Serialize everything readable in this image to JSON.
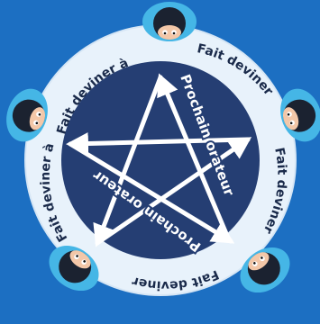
{
  "center_label": "Prochain orateur",
  "ring_label": "Fait deviner à",
  "colors": {
    "background": "#1c6fc2",
    "ring": "#e8f2fb",
    "disc": "#253e73",
    "arrow": "#ffffff",
    "hair": "#1b2230",
    "cap": "#45b6e6",
    "skin": "#f3c7a8",
    "ring_text": "#1a2a4a"
  },
  "players": [
    {
      "name": "player-top"
    },
    {
      "name": "player-right"
    },
    {
      "name": "player-bottom-right"
    },
    {
      "name": "player-bottom-left"
    },
    {
      "name": "player-left"
    }
  ]
}
